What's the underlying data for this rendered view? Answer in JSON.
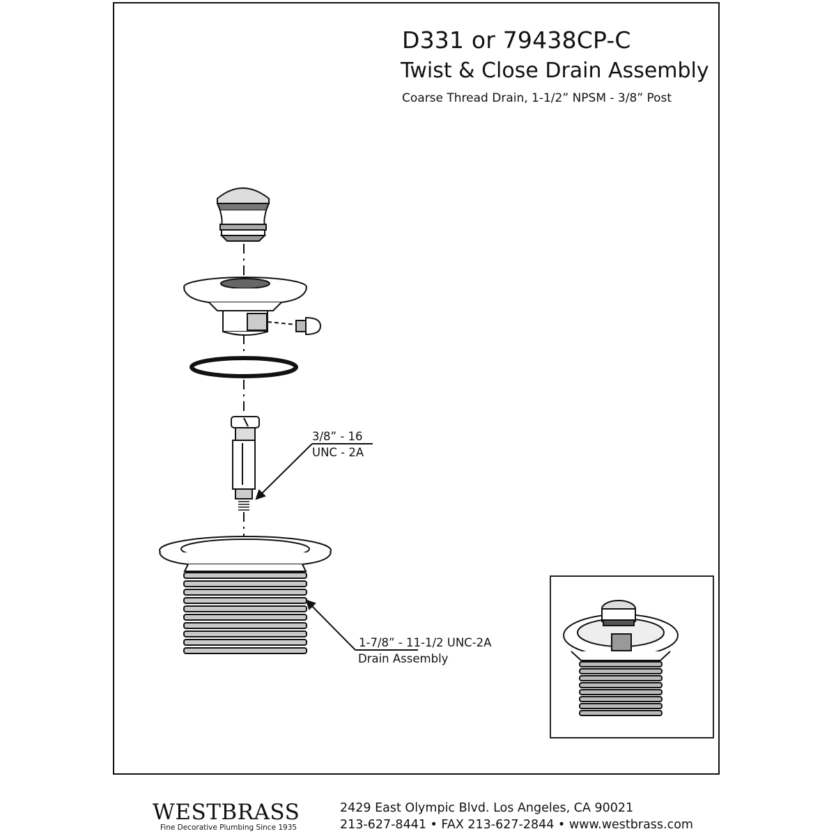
{
  "header": {
    "title": "D331 or 79438CP-C",
    "subtitle": "Twist & Close Drain Assembly",
    "spec": "Coarse Thread Drain, 1-1/2” NPSM - 3/8” Post"
  },
  "callouts": {
    "post_thread_line1": "3/8” - 16",
    "post_thread_line2": "UNC - 2A",
    "drain_thread_line1": "1-7/8” - 11-1/2 UNC-2A",
    "drain_thread_line2": "Drain Assembly"
  },
  "footer": {
    "brand": "WESTBRASS",
    "tagline": "Fine Decorative Plumbing Since 1935",
    "address": "2429 East Olympic Blvd. Los Angeles, CA  90021",
    "contact": "213-627-8441 • FAX 213-627-2844 • www.westbrass.com"
  },
  "colors": {
    "line": "#111111",
    "shade": "#bdbdbd",
    "background": "#ffffff"
  }
}
